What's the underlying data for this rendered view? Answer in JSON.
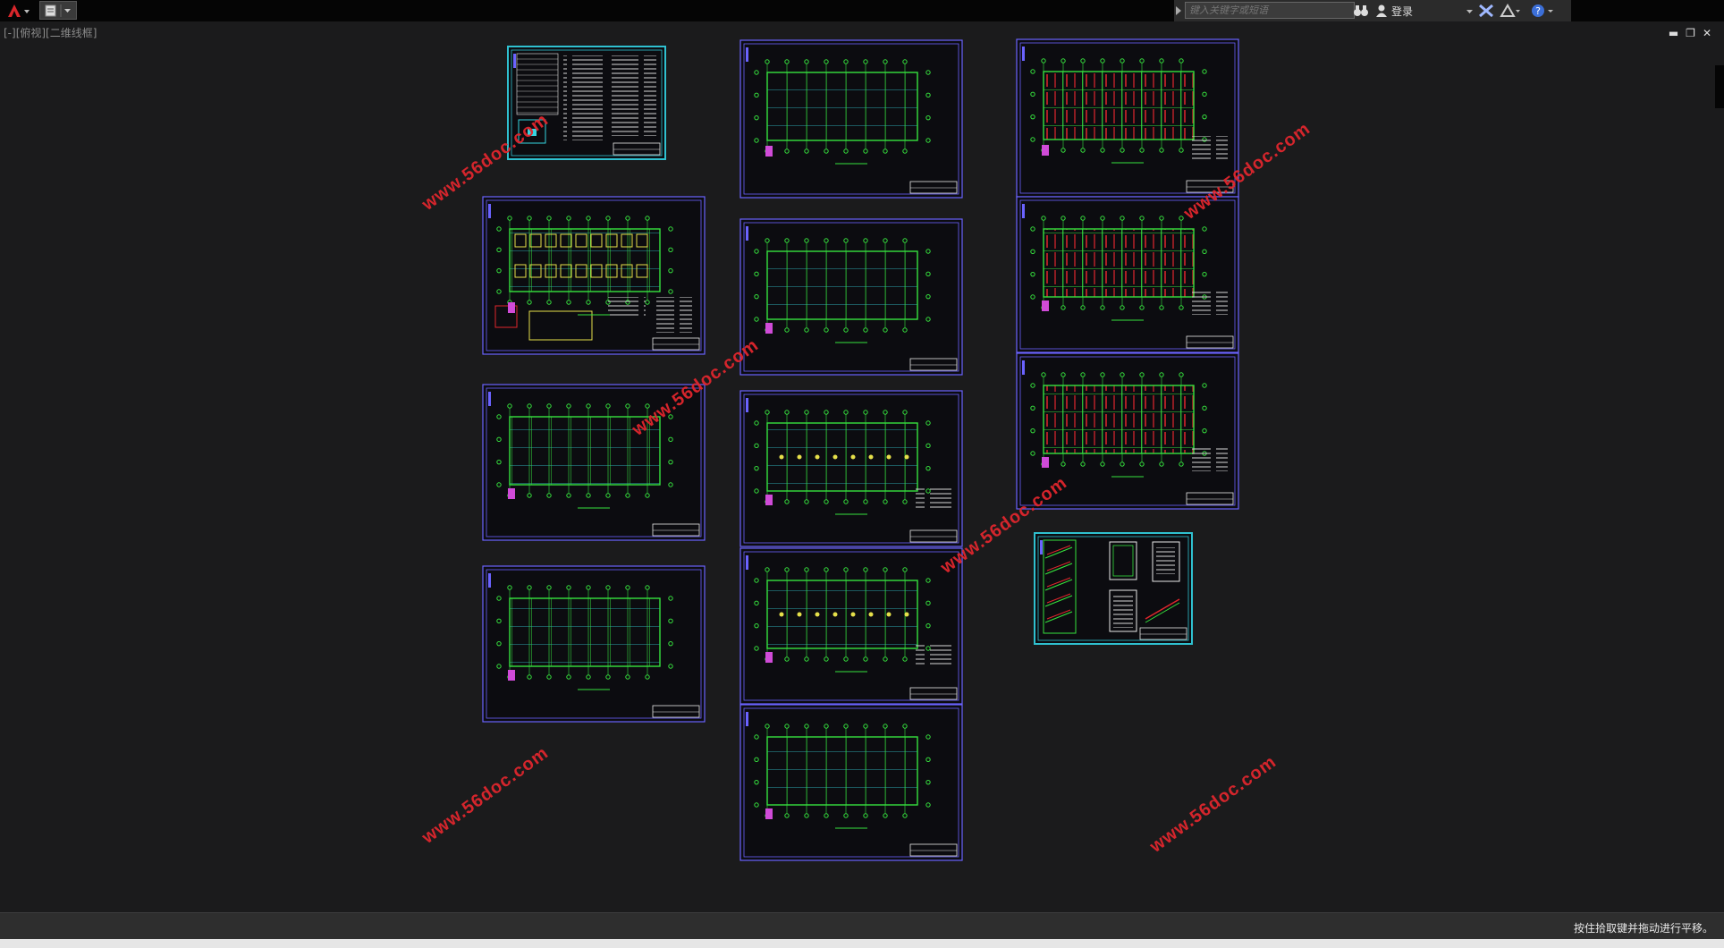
{
  "viewport_label": "[-][俯视][二维线框]",
  "search": {
    "placeholder": "键入关键字或短语"
  },
  "login_label": "登录",
  "status_text": "按住拾取键并拖动进行平移。",
  "watermark_text": "www.56doc.com",
  "icons": {
    "app": "autocad-logo-icon",
    "quick_access": "document-icon",
    "binoculars": "binoculars-icon",
    "user": "user-icon",
    "exchange": "exchange-icon",
    "autodesk": "autodesk-icon",
    "help": "help-icon",
    "minimize": "minimize-icon",
    "restore": "restore-icon",
    "close": "close-icon"
  },
  "colors": {
    "background": "#1b1b1c",
    "sheet_border": "#6b63ff",
    "grid_green": "#36e23e",
    "beam_cyan": "#35d6e0",
    "rebar_red": "#e0262d",
    "watermark": "#e0262d"
  }
}
